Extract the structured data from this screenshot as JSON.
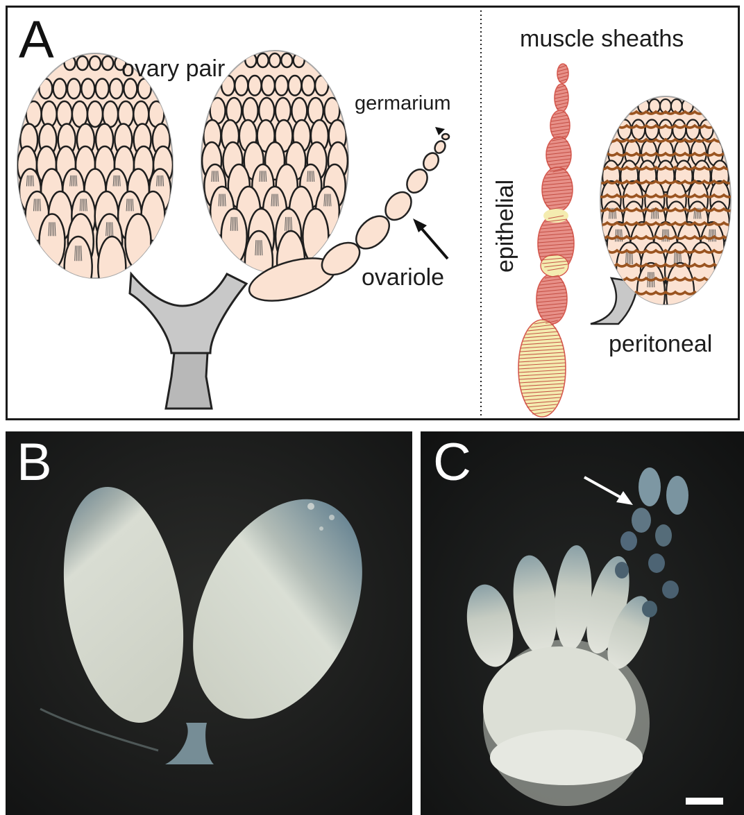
{
  "panel_a": {
    "letter": "A",
    "labels": {
      "ovary_pair": "ovary pair",
      "germarium": "germarium",
      "ovariole": "ovariole",
      "muscle_sheaths": "muscle sheaths",
      "epithelial": "epithelial",
      "peritoneal": "peritoneal"
    }
  },
  "panel_b": {
    "letter": "B"
  },
  "panel_c": {
    "letter": "C"
  },
  "colors": {
    "egg_fill": "#fbe2d2",
    "oviduct_fill": "#c8c8c8",
    "epithelial_red": "#e08078",
    "epithelial_yellow": "#f6eeb0",
    "peritoneal_brown": "#9a5420",
    "photo_background": "#18191a",
    "photo_ovary": "#d6d9cf"
  }
}
